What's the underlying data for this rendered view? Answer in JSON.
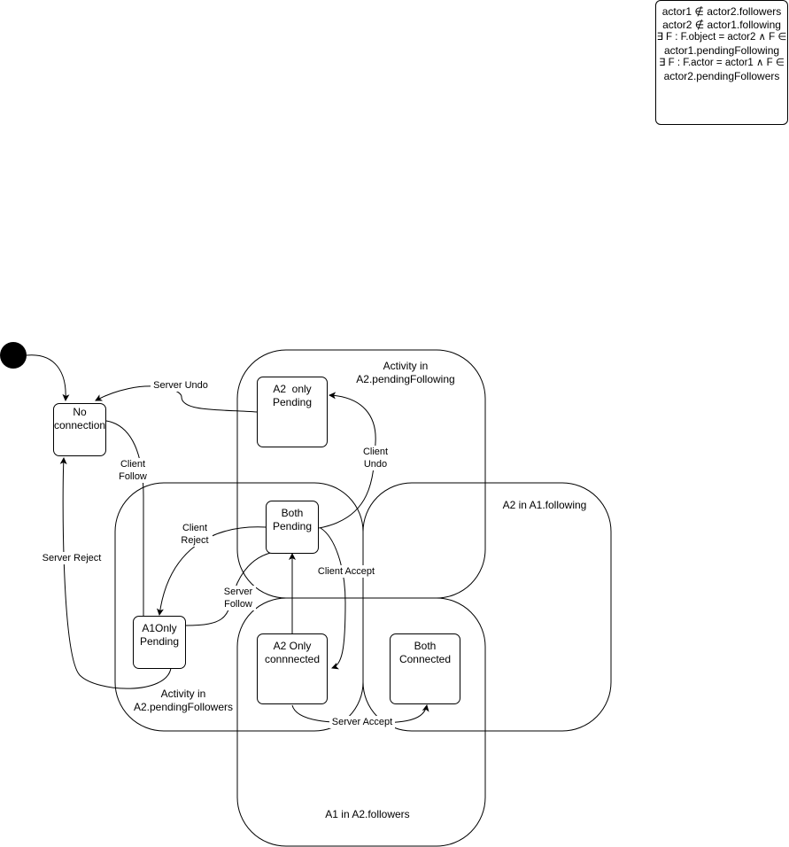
{
  "note": {
    "lines": [
      "actor1 ∉ actor2.followers",
      "actor2 ∉ actor1.following",
      "∃ F : F.object = actor2 ∧ F ∈",
      "actor1.pendingFollowing",
      "∃ F : F.actor = actor1 ∧ F ∈",
      "actor2.pendingFollowers"
    ]
  },
  "regions": {
    "pending_following": [
      "Activity in",
      "A2.pendingFollowing"
    ],
    "pending_followers": [
      "Activity in",
      "A2.pendingFollowers"
    ],
    "a1_following": "A2 in A1.following",
    "a2_followers": "A1 in A2.followers"
  },
  "states": {
    "no_connection": [
      "No",
      "connection"
    ],
    "a2_only_pending": [
      "A2  only",
      "Pending"
    ],
    "both_pending": [
      "Both",
      "Pending"
    ],
    "a1_only_pending": [
      "A1Only",
      "Pending"
    ],
    "a2_only_connected": [
      "A2 Only",
      "connnected"
    ],
    "both_connected": [
      "Both",
      "Connected"
    ]
  },
  "transitions": {
    "server_undo": "Server Undo",
    "client_follow": [
      "Client",
      "Follow"
    ],
    "server_reject": "Server Reject",
    "client_undo": [
      "Client",
      "Undo"
    ],
    "client_reject": [
      "Client",
      "Reject"
    ],
    "server_follow": [
      "Server",
      "Follow"
    ],
    "client_accept": "Client Accept",
    "server_accept": "Server Accept"
  }
}
